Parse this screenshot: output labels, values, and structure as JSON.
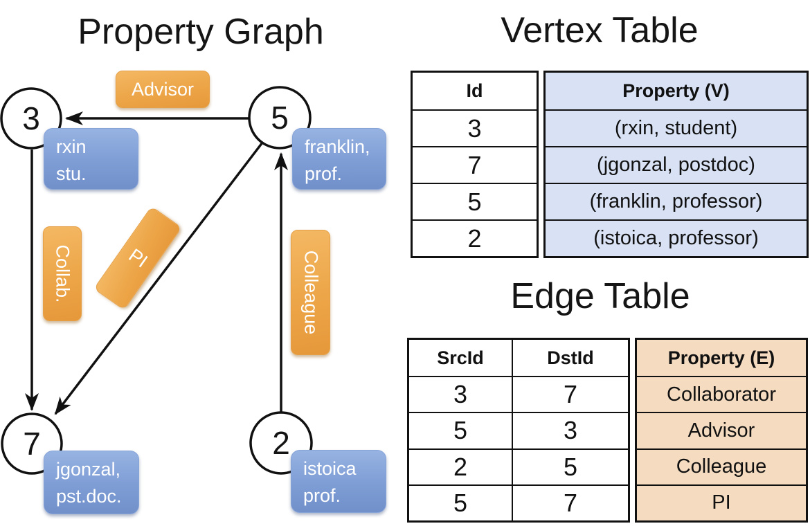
{
  "graph": {
    "title": "Property Graph",
    "nodes": [
      {
        "id": "3",
        "line1": "rxin",
        "line2": "stu."
      },
      {
        "id": "5",
        "line1": "franklin,",
        "line2": "prof."
      },
      {
        "id": "7",
        "line1": "jgonzal,",
        "line2": "pst.doc."
      },
      {
        "id": "2",
        "line1": "istoica",
        "line2": "prof."
      }
    ],
    "edge_labels": {
      "advisor": "Advisor",
      "collab": "Collab.",
      "pi": "PI",
      "colleague": "Colleague"
    }
  },
  "vertex_table": {
    "title": "Vertex Table",
    "columns": {
      "id": "Id",
      "property": "Property (V)"
    },
    "rows": [
      {
        "id": "3",
        "property": "(rxin, student)"
      },
      {
        "id": "7",
        "property": "(jgonzal, postdoc)"
      },
      {
        "id": "5",
        "property": "(franklin, professor)"
      },
      {
        "id": "2",
        "property": "(istoica, professor)"
      }
    ]
  },
  "edge_table": {
    "title": "Edge Table",
    "columns": {
      "src": "SrcId",
      "dst": "DstId",
      "property": "Property (E)"
    },
    "rows": [
      {
        "src": "3",
        "dst": "7",
        "property": "Collaborator"
      },
      {
        "src": "5",
        "dst": "3",
        "property": "Advisor"
      },
      {
        "src": "2",
        "dst": "5",
        "property": "Colleague"
      },
      {
        "src": "5",
        "dst": "7",
        "property": "PI"
      }
    ]
  },
  "colors": {
    "edge_label_fill_top": "#f4b863",
    "edge_label_fill_bottom": "#e6983a",
    "vertex_label_fill_top": "#97b3e2",
    "vertex_label_fill_bottom": "#7190ca",
    "vertex_property_cell": "#d8e2f4",
    "edge_property_cell": "#f5dcc0",
    "graph_line": "#111111"
  }
}
